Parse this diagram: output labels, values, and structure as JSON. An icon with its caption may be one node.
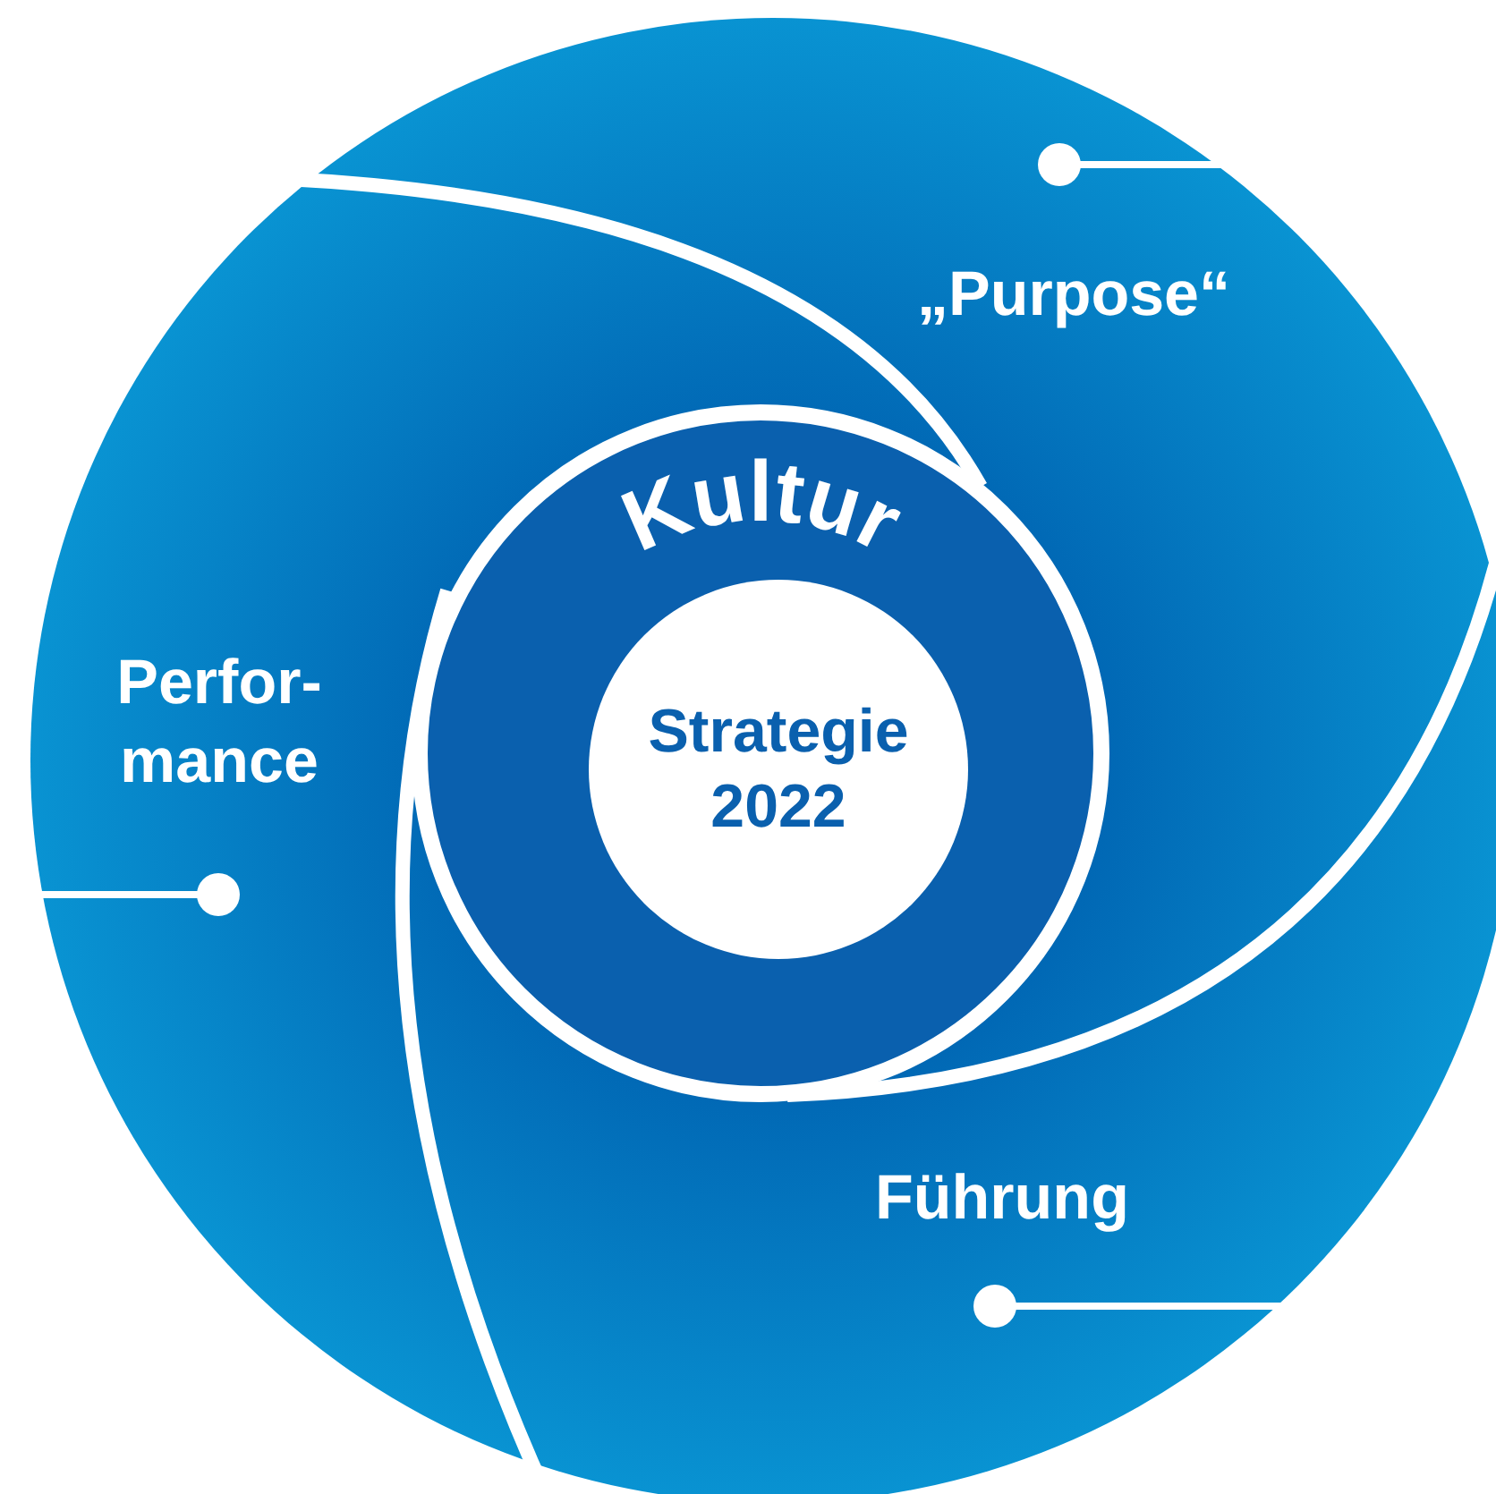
{
  "diagram": {
    "nodes": [
      {
        "text": [
          "„Purpose“"
        ]
      },
      {
        "text": [
          "Perfor- mance"
        ]
      },
      {
        "text": [
          "Kultur"
        ]
      },
      {
        "text": [
          "Strategie 2022"
        ],
        "in": 2
      },
      {
        "text": [
          "Führung"
        ]
      }
    ],
    "edges": [
      {
        "from": 0,
        "to": null,
        "arrow": "other"
      },
      {
        "from": 1,
        "to": null,
        "arrow": "other"
      },
      {
        "from": 4,
        "to": null,
        "arrow": "other"
      }
    ]
  }
}
